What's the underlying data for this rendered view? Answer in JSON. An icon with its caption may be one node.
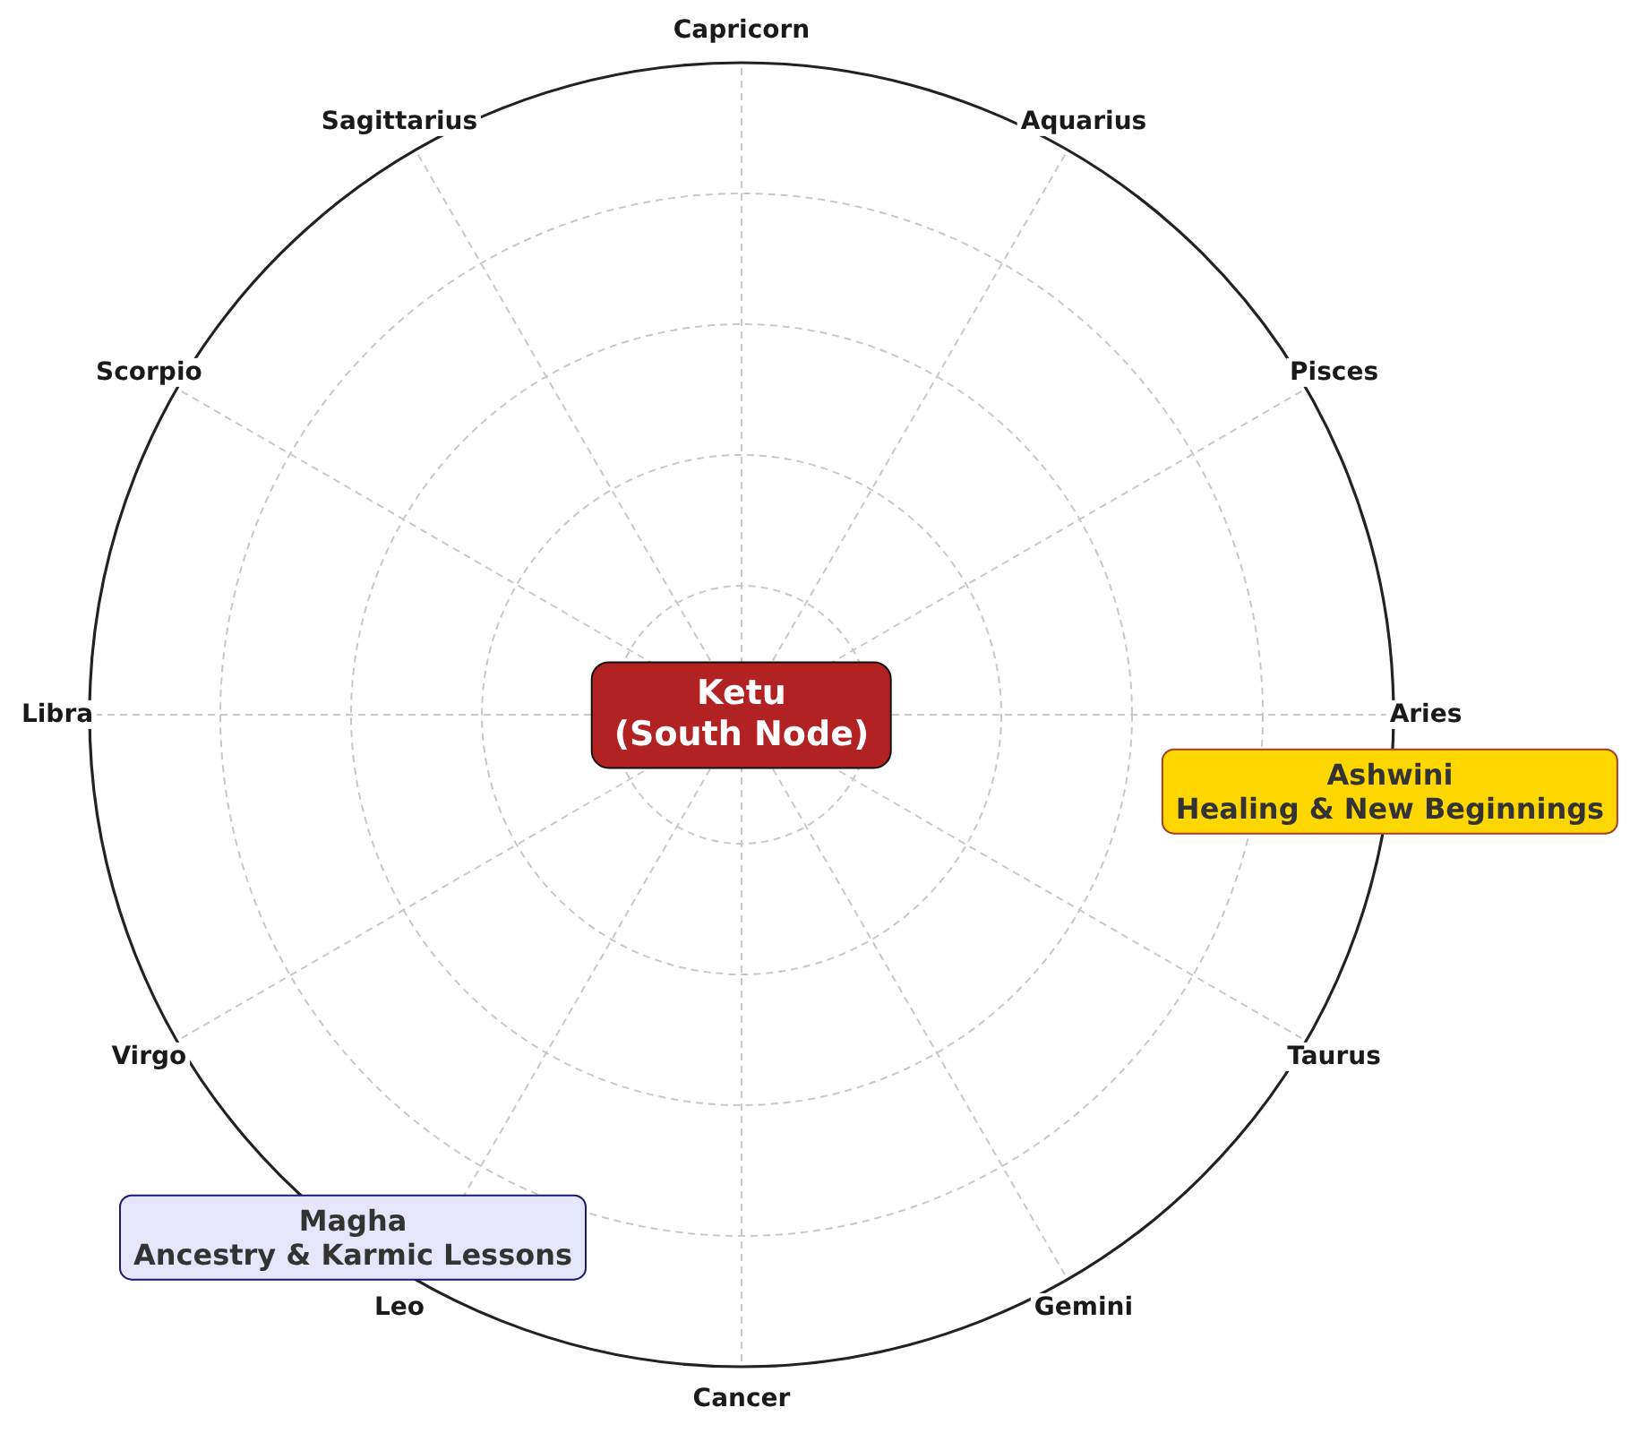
{
  "diagram": {
    "nodes": [
      {
        "text": [
          "Ketu",
          "(South Node)"
        ]
      },
      {
        "text": [
          "Ashwini",
          "Healing & New Beginnings"
        ]
      },
      {
        "text": [
          "Magha",
          "Ancestry & Karmic Lessons"
        ]
      }
    ],
    "labels": [
      "Capricorn",
      "Sagittarius",
      "Aquarius",
      "Scorpio",
      "Pisces",
      "Libra",
      "Aries",
      "Virgo",
      "Taurus",
      "Leo",
      "Gemini",
      "Cancer"
    ]
  }
}
